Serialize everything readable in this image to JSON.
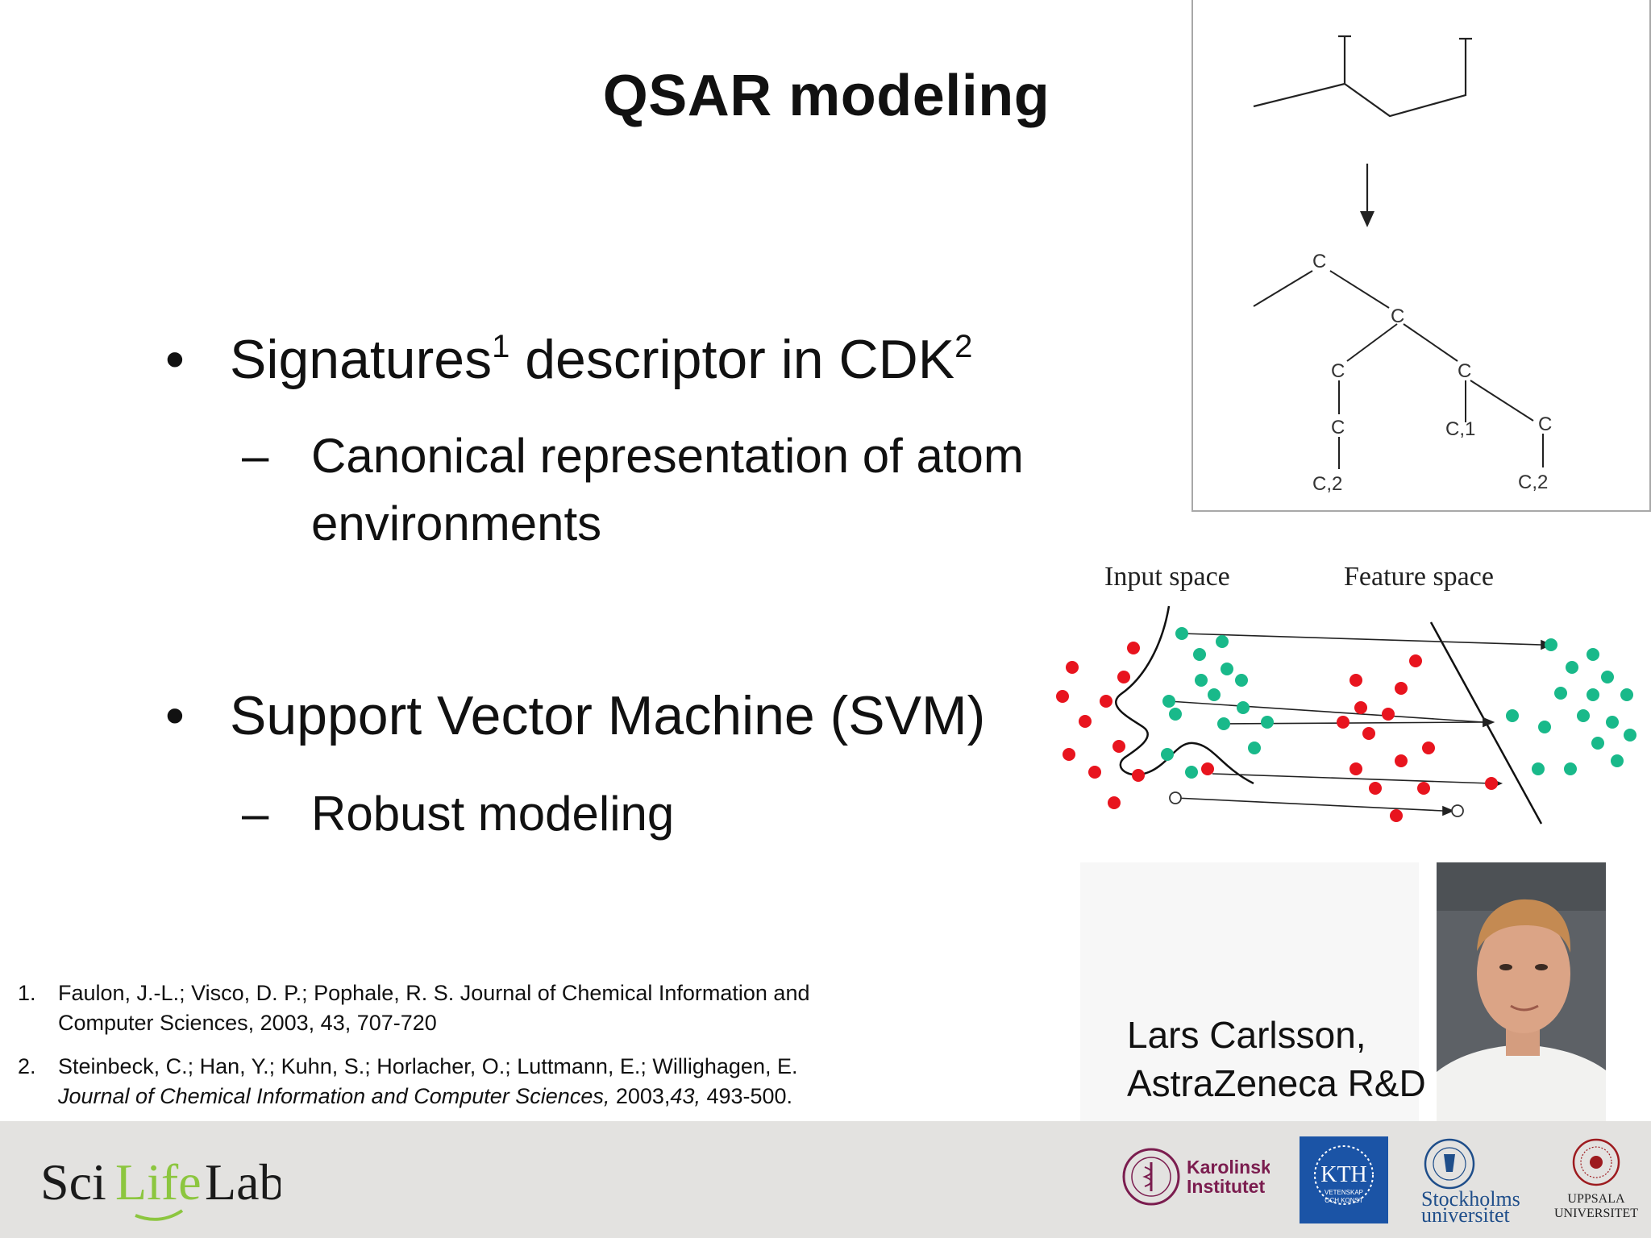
{
  "slide": {
    "title": "QSAR modeling",
    "bullets": [
      {
        "marker": "•",
        "text_a": "Signatures",
        "sup_a": "1",
        "text_b": " descriptor in CDK",
        "sup_b": "2",
        "sub": {
          "marker": "–",
          "line1": "Canonical representation of atom",
          "line2": "environments"
        }
      },
      {
        "marker": "•",
        "text": "Support Vector Machine (SVM)",
        "sub": {
          "marker": "–",
          "line1": "Robust modeling"
        }
      }
    ]
  },
  "molecule_figure": {
    "atom_label": "C",
    "leaf_labels": [
      "C,2",
      "C,1",
      "C,2"
    ]
  },
  "svm_figure": {
    "input_label": "Input space",
    "feature_label": "Feature space",
    "colors": {
      "positive": "#19b98a",
      "negative": "#e8141e",
      "line": "#111111"
    }
  },
  "references": [
    {
      "num": "1.",
      "line1": "Faulon, J.-L.; Visco, D. P.; Pophale, R. S. Journal of Chemical Information and",
      "line2": "Computer Sciences, 2003, 43, 707-720"
    },
    {
      "num": "2.",
      "line1": "Steinbeck, C.; Han, Y.; Kuhn, S.; Horlacher, O.; Luttmann, E.; Willighagen, E.",
      "line2_italic": "Journal of Chemical Information and Computer Sciences,",
      "line2_mid": " 2003,",
      "line2_italic2": "43,",
      "line2_end": " 493-500."
    }
  ],
  "person": {
    "name_line1": "Lars Carlsson,",
    "name_line2": "AstraZeneca R&D"
  },
  "footer": {
    "background": "#e3e2e0",
    "scilifelab_logo": "SciLifeLab",
    "partner_logos": [
      {
        "name": "Karolinska Institutet",
        "line1": "Karolinska",
        "line2": "Institutet",
        "color": "#7b1d4f"
      },
      {
        "name": "KTH",
        "text": "KTH",
        "sub1": "VETENSKAP",
        "sub2": "OCH KONST",
        "color": "#1b54a6"
      },
      {
        "name": "Stockholms universitet",
        "line1": "Stockholms",
        "line2": "universitet",
        "color": "#1f4e8a"
      },
      {
        "name": "Uppsala universitet",
        "line1": "UPPSALA",
        "line2": "UNIVERSITET",
        "color": "#9d1b1f"
      }
    ]
  }
}
